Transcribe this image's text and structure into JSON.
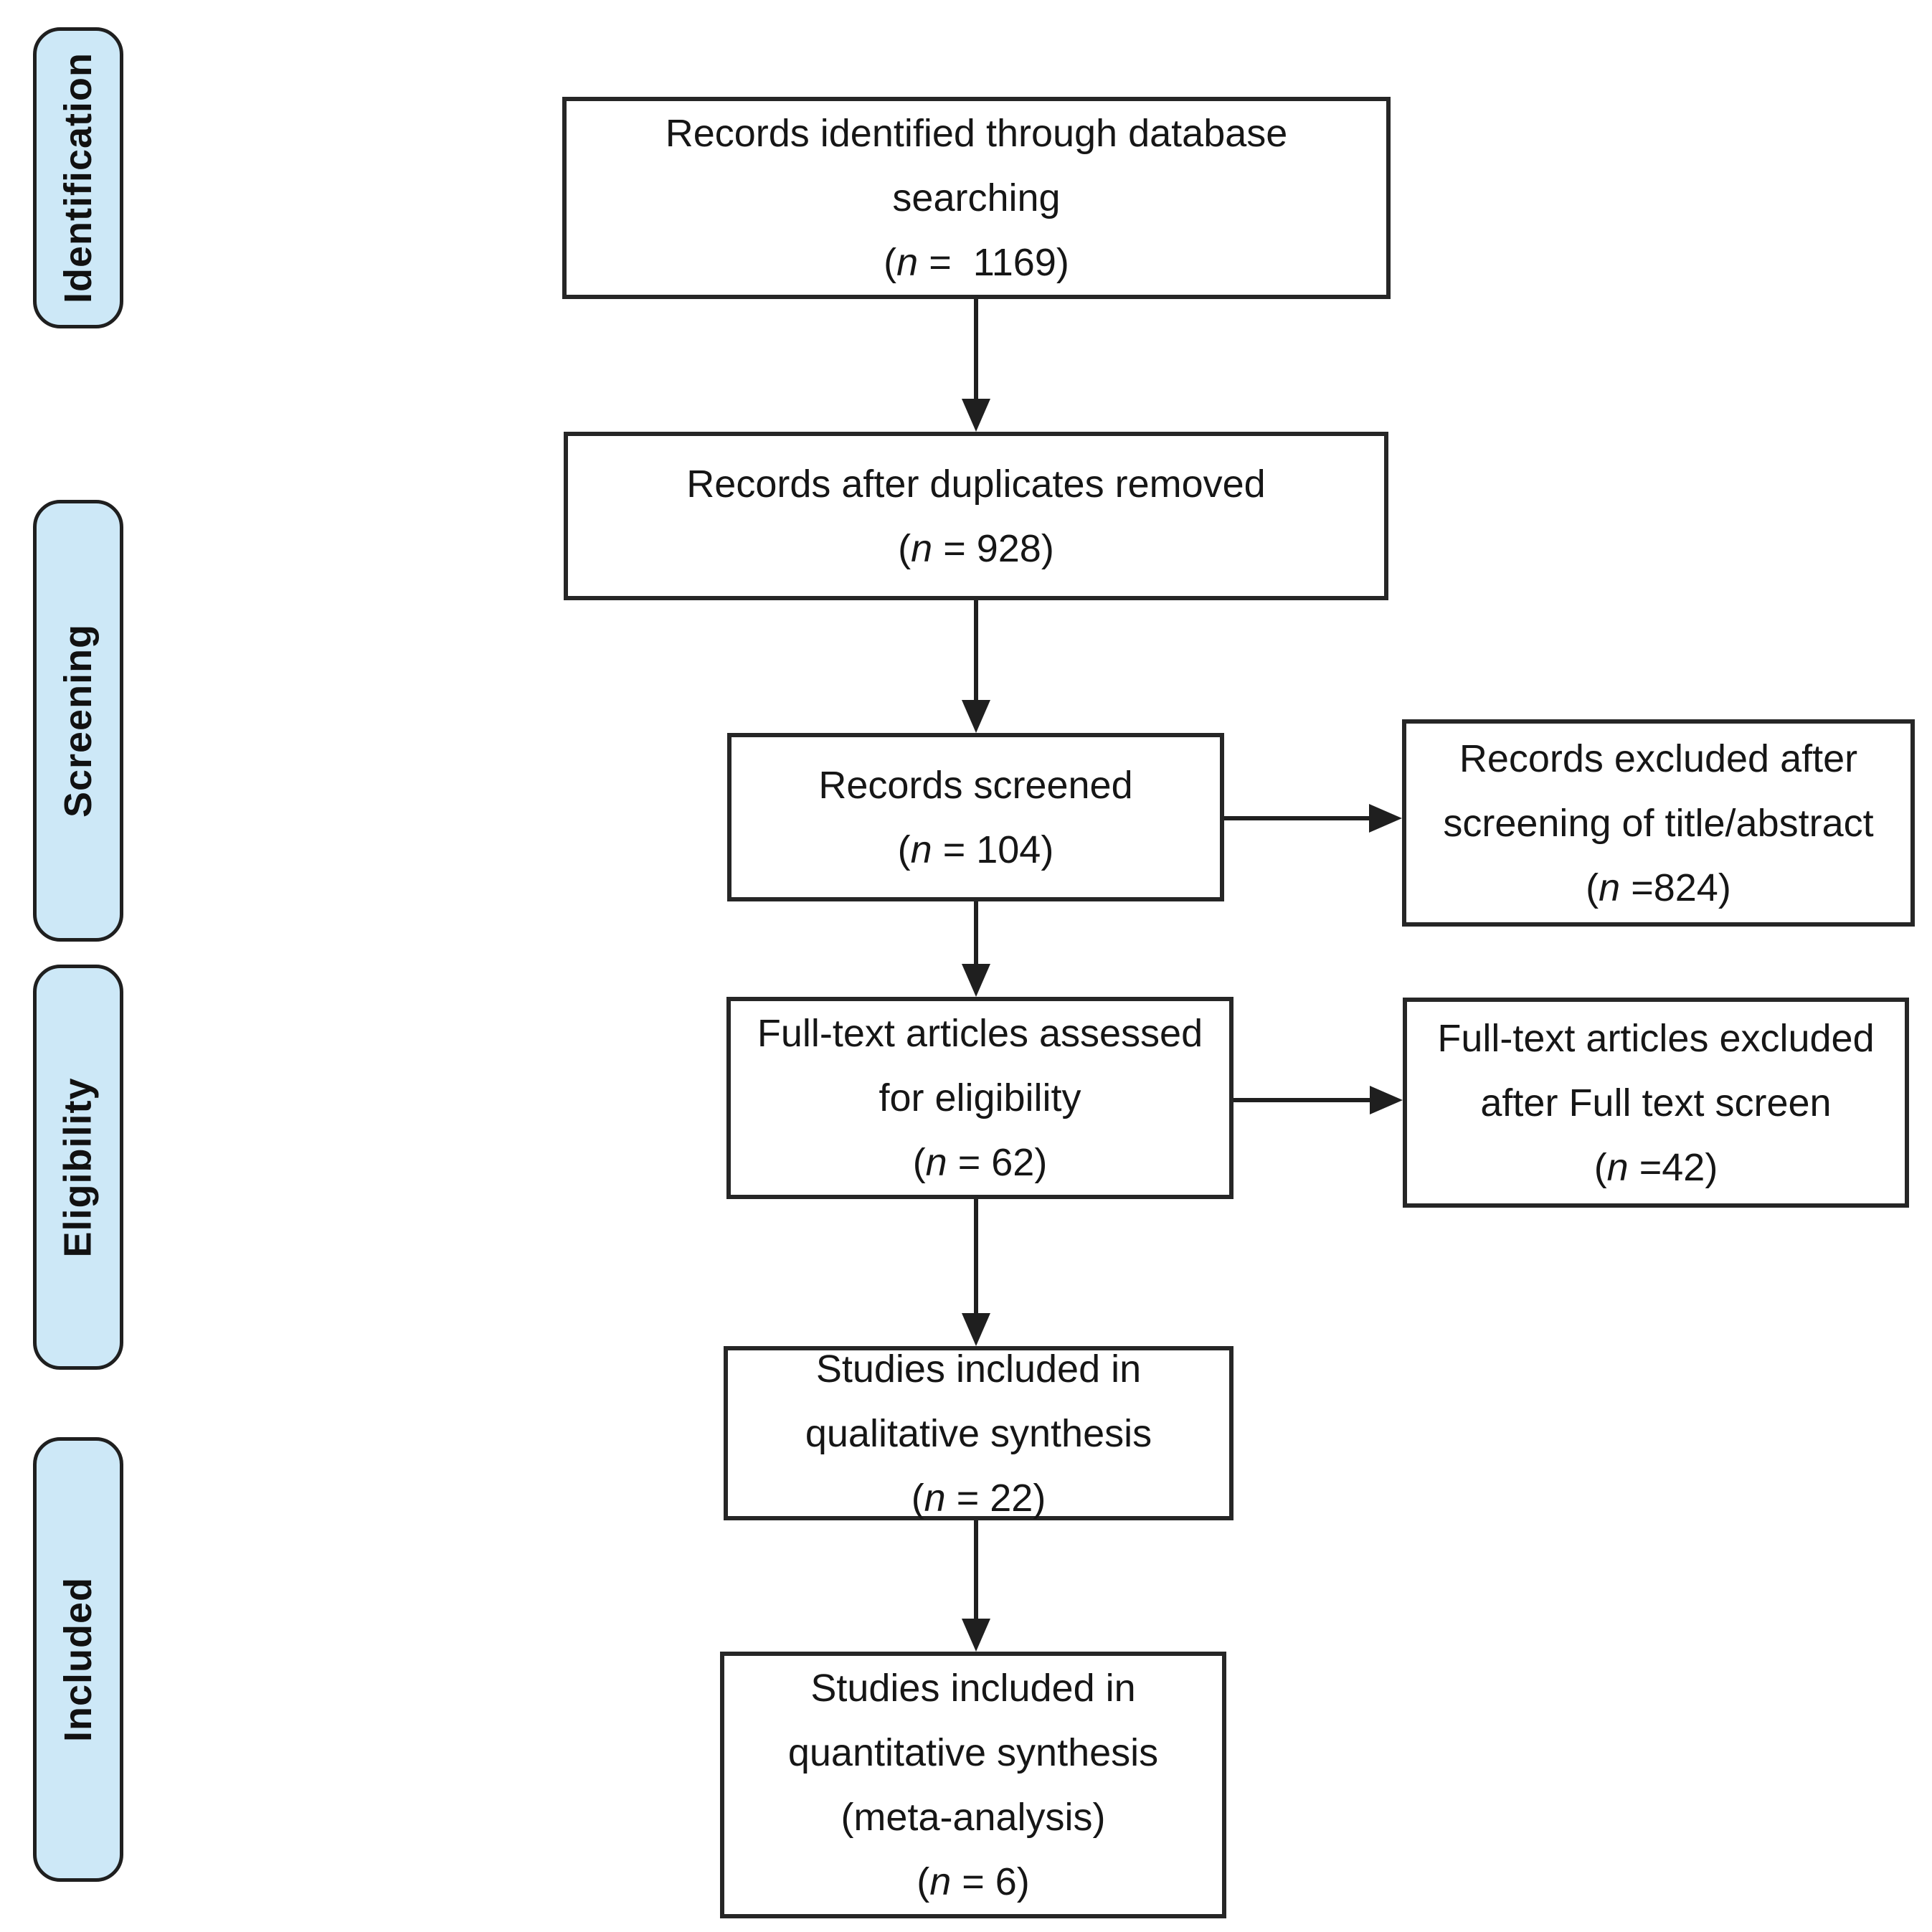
{
  "diagram": {
    "title": "PRISMA flow diagram",
    "colors": {
      "stage_fill": "#cde8f7",
      "line": "#1f1f1f",
      "background": "#ffffff",
      "text": "#111111"
    }
  },
  "stage_labels": {
    "identification": "Identification",
    "screening": "Screening",
    "eligibility": "Eligibility",
    "included": "Included"
  },
  "boxes": {
    "identified": {
      "lines": [
        "Records identified through database",
        "searching"
      ],
      "n_open": "(",
      "n_var": "n",
      "n_rest": " =  1169)"
    },
    "deduplicated": {
      "lines": [
        "Records after duplicates removed"
      ],
      "n_open": "(",
      "n_var": "n",
      "n_rest": " = 928)"
    },
    "screened": {
      "lines": [
        "Records screened"
      ],
      "n_open": "(",
      "n_var": "n",
      "n_rest": " = 104)"
    },
    "excluded_screening": {
      "lines": [
        "Records excluded after",
        "screening of title/abstract"
      ],
      "n_open": "(",
      "n_var": "n",
      "n_rest": " =824)"
    },
    "fulltext_assessed": {
      "lines": [
        "Full-text articles assessed",
        "for eligibility"
      ],
      "n_open": "(",
      "n_var": "n",
      "n_rest": " = 62)"
    },
    "excluded_fulltext": {
      "lines": [
        "Full-text articles excluded",
        "after Full text screen"
      ],
      "n_open": "(",
      "n_var": "n",
      "n_rest": " =42)"
    },
    "qualitative": {
      "lines": [
        "Studies included in",
        "qualitative synthesis"
      ],
      "n_open": "(",
      "n_var": "n",
      "n_rest": " = 22)"
    },
    "quantitative": {
      "lines": [
        "Studies included in",
        "quantitative synthesis",
        "(meta-analysis)"
      ],
      "n_open": "(",
      "n_var": "n",
      "n_rest": " = 6)"
    }
  }
}
